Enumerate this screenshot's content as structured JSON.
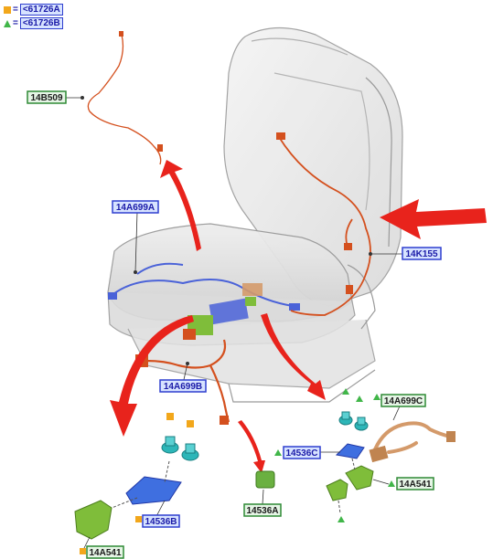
{
  "legend": [
    {
      "symbol": "square",
      "color": "#f2a71b",
      "text": "=",
      "code": "<61726A"
    },
    {
      "symbol": "triangle",
      "color": "#41b649",
      "text": "=",
      "code": "<61726B"
    }
  ],
  "labels": {
    "harness_main": "14A699A",
    "harness_b": "14A699B",
    "harness_c": "14A699C",
    "wire_top": "14B509",
    "sensor": "14K155",
    "module_a": "14536A",
    "module_b": "14536B",
    "module_c": "14536C",
    "bracket_left": "14A541",
    "bracket_right": "14A541"
  },
  "colors": {
    "blue_label_border": "#2f3fcf",
    "blue_label_fill": "#d7e3ff",
    "green_label_border": "#2f8a35",
    "green_label_fill": "#e6f5e6",
    "arrow_red": "#e8231c",
    "harness_orange": "#d4501e",
    "harness_blue": "#4a62d8",
    "connector_green": "#7fbd3a",
    "fastener_teal": "#2db6b8"
  }
}
